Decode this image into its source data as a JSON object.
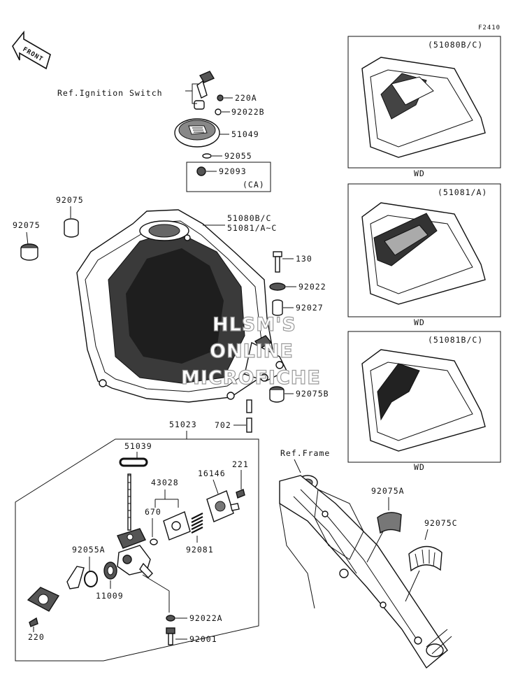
{
  "diagram_code": "F2410",
  "front_label": "FRONT",
  "ref_labels": {
    "ignition": "Ref.Ignition Switch",
    "frame": "Ref.Frame"
  },
  "watermark": [
    "HLSM'S",
    "ONLINE",
    "MICROFICHE"
  ],
  "panels": [
    {
      "code": "(51080B/C)",
      "caption": "WD"
    },
    {
      "code": "(51081/A)",
      "caption": "WD"
    },
    {
      "code": "(51081B/C)",
      "caption": "WD"
    }
  ],
  "callouts": {
    "p220A": "220A",
    "p92022B": "92022B",
    "p51049": "51049",
    "p92055": "92055",
    "p92093": "92093",
    "p92093_note": "(CA)",
    "p92075_a": "92075",
    "p92075_b": "92075",
    "tank1": "51080B/C",
    "tank2": "51081/A~C",
    "p130": "130",
    "p92022": "92022",
    "p92027": "92027",
    "p92075B": "92075B",
    "p702": "702",
    "p51023": "51023",
    "p51039": "51039",
    "p221": "221",
    "p43028": "43028",
    "p16146": "16146",
    "p670": "670",
    "p92081": "92081",
    "p92055A": "92055A",
    "p11009": "11009",
    "p220": "220",
    "p92022A": "92022A",
    "p92001": "92001",
    "p92075A": "92075A",
    "p92075C": "92075C"
  }
}
